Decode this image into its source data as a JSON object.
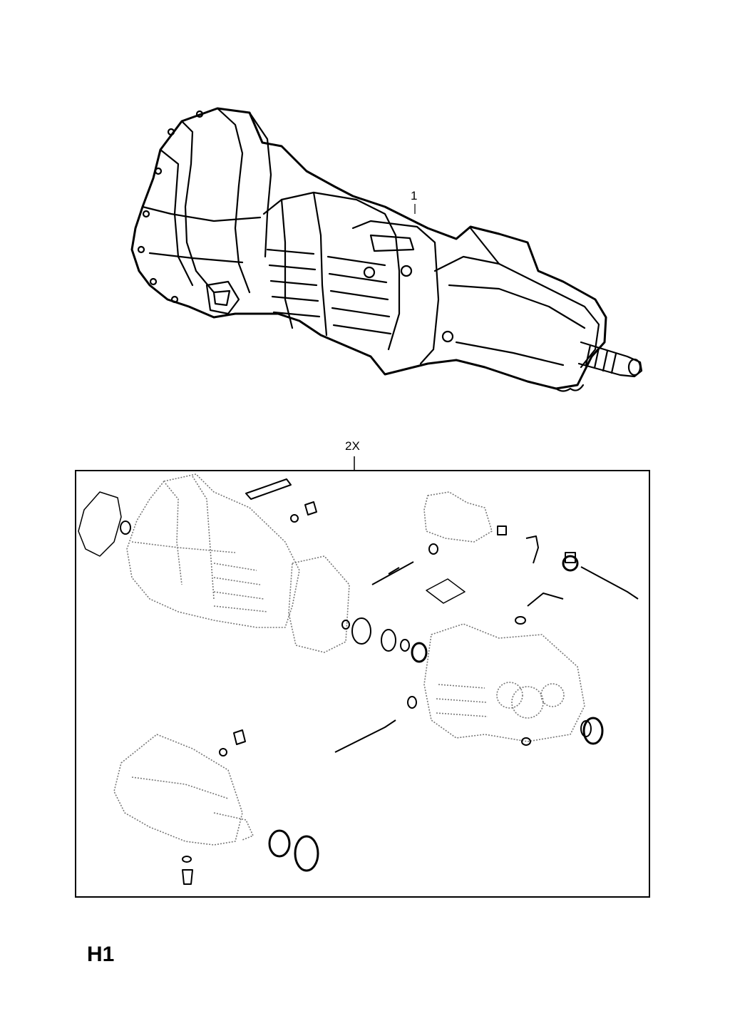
{
  "callouts": {
    "item1": "1",
    "item2": "2X"
  },
  "page_code": "H1",
  "colors": {
    "line": "#000000",
    "ghost": "#8a8a8a",
    "background": "#ffffff"
  }
}
